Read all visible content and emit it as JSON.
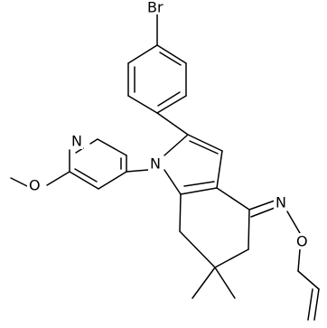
{
  "molecule": {
    "atoms": {
      "br": "Br",
      "n_pyridine": "N",
      "o_methoxy": "O",
      "n_pyrrole": "N",
      "n_oxime": "N",
      "o_oxime": "O"
    }
  }
}
